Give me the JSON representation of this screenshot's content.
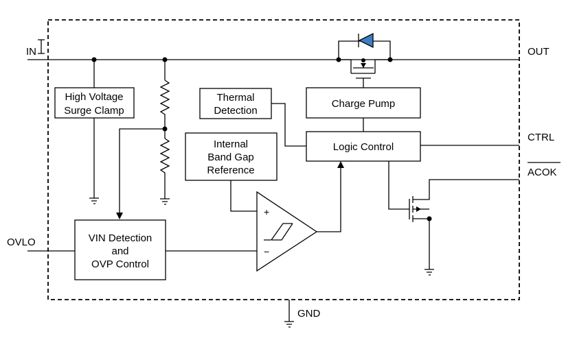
{
  "pins": {
    "in": "IN",
    "out": "OUT",
    "ctrl": "CTRL",
    "acok": "ACOK",
    "ovlo": "OVLO",
    "gnd": "GND"
  },
  "blocks": {
    "surge_clamp": [
      "High Voltage",
      "Surge Clamp"
    ],
    "thermal": [
      "Thermal",
      "Detection"
    ],
    "charge_pump": [
      "Charge Pump"
    ],
    "logic": [
      "Logic Control"
    ],
    "bandgap": [
      "Internal",
      "Band Gap",
      "Reference"
    ],
    "vin_detect": [
      "VIN Detection",
      "and",
      "OVP Control"
    ]
  },
  "comparator": {
    "plus": "+",
    "minus": "−"
  },
  "colors": {
    "diode_fill": "#3d7fc4",
    "wire": "#000000"
  },
  "icons": [
    "ground-icon",
    "resistor-icon",
    "diode-icon",
    "mosfet-icon",
    "comparator-icon"
  ]
}
